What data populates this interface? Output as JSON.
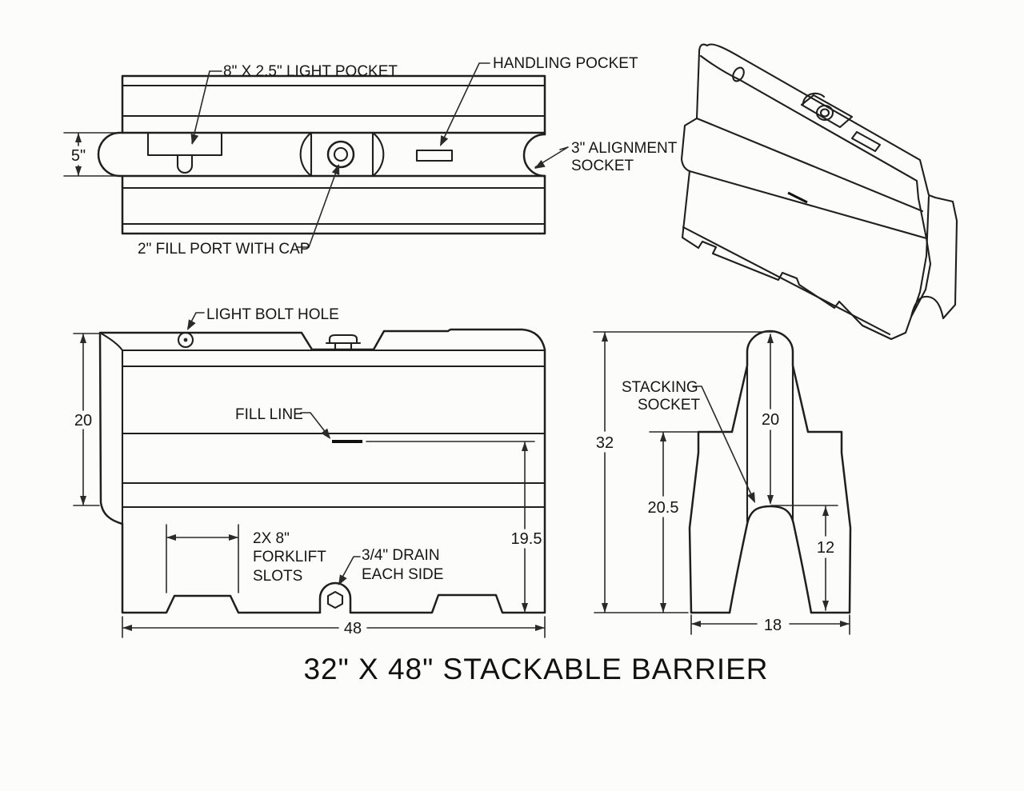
{
  "title": "32\" X 48\" STACKABLE BARRIER",
  "colors": {
    "line": "#1f1f1f",
    "background": "#fcfcfa",
    "text": "#161616"
  },
  "views": {
    "top_view": {
      "labels": {
        "light_pocket": "8\" X 2.5\" LIGHT POCKET",
        "handling_pocket": "HANDLING POCKET",
        "alignment_socket_line1": "3\" ALIGNMENT",
        "alignment_socket_line2": "SOCKET",
        "fill_port": "2\" FILL PORT WITH CAP"
      },
      "dimensions": {
        "rail_width": "5\""
      }
    },
    "front_view": {
      "labels": {
        "light_bolt_hole": "LIGHT BOLT HOLE",
        "fill_line": "FILL LINE",
        "forklift_line1": "2X 8\"",
        "forklift_line2": "FORKLIFT",
        "forklift_line3": "SLOTS",
        "drain_line1": "3/4\" DRAIN",
        "drain_line2": "EACH SIDE"
      },
      "dimensions": {
        "body_height": "20",
        "fill_height": "19.5",
        "overall_length": "48"
      }
    },
    "side_view": {
      "labels": {
        "stacking_socket_line1": "STACKING",
        "stacking_socket_line2": "SOCKET"
      },
      "dimensions": {
        "overall_height": "32",
        "socket_depth": "20",
        "shoulder_height": "20.5",
        "arch_height": "12",
        "base_width": "18"
      }
    }
  }
}
